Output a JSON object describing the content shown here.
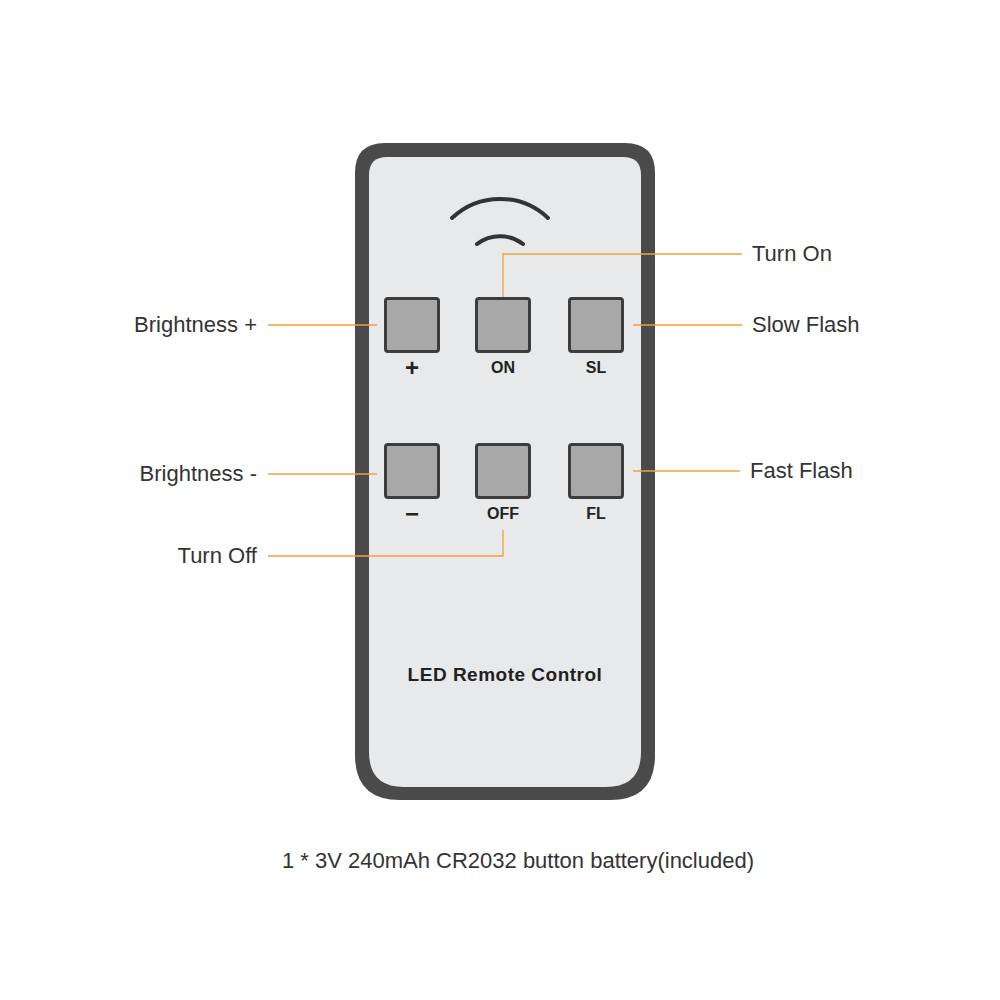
{
  "diagram": {
    "caption": "1 * 3V 240mAh CR2032 button battery(included)",
    "nodes": [
      {
        "text": [
          "LED Remote Control"
        ]
      },
      {
        "text": [
          "+"
        ],
        "in": 0
      },
      {
        "text": [
          "ON"
        ],
        "in": 0
      },
      {
        "text": [
          "SL"
        ],
        "in": 0
      },
      {
        "text": [
          "−"
        ],
        "in": 0
      },
      {
        "text": [
          "OFF"
        ],
        "in": 0
      },
      {
        "text": [
          "FL"
        ],
        "in": 0
      }
    ],
    "labels": [
      "Turn On",
      "Brightness +",
      "Slow Flash",
      "Brightness -",
      "Fast Flash",
      "Turn Off"
    ]
  }
}
